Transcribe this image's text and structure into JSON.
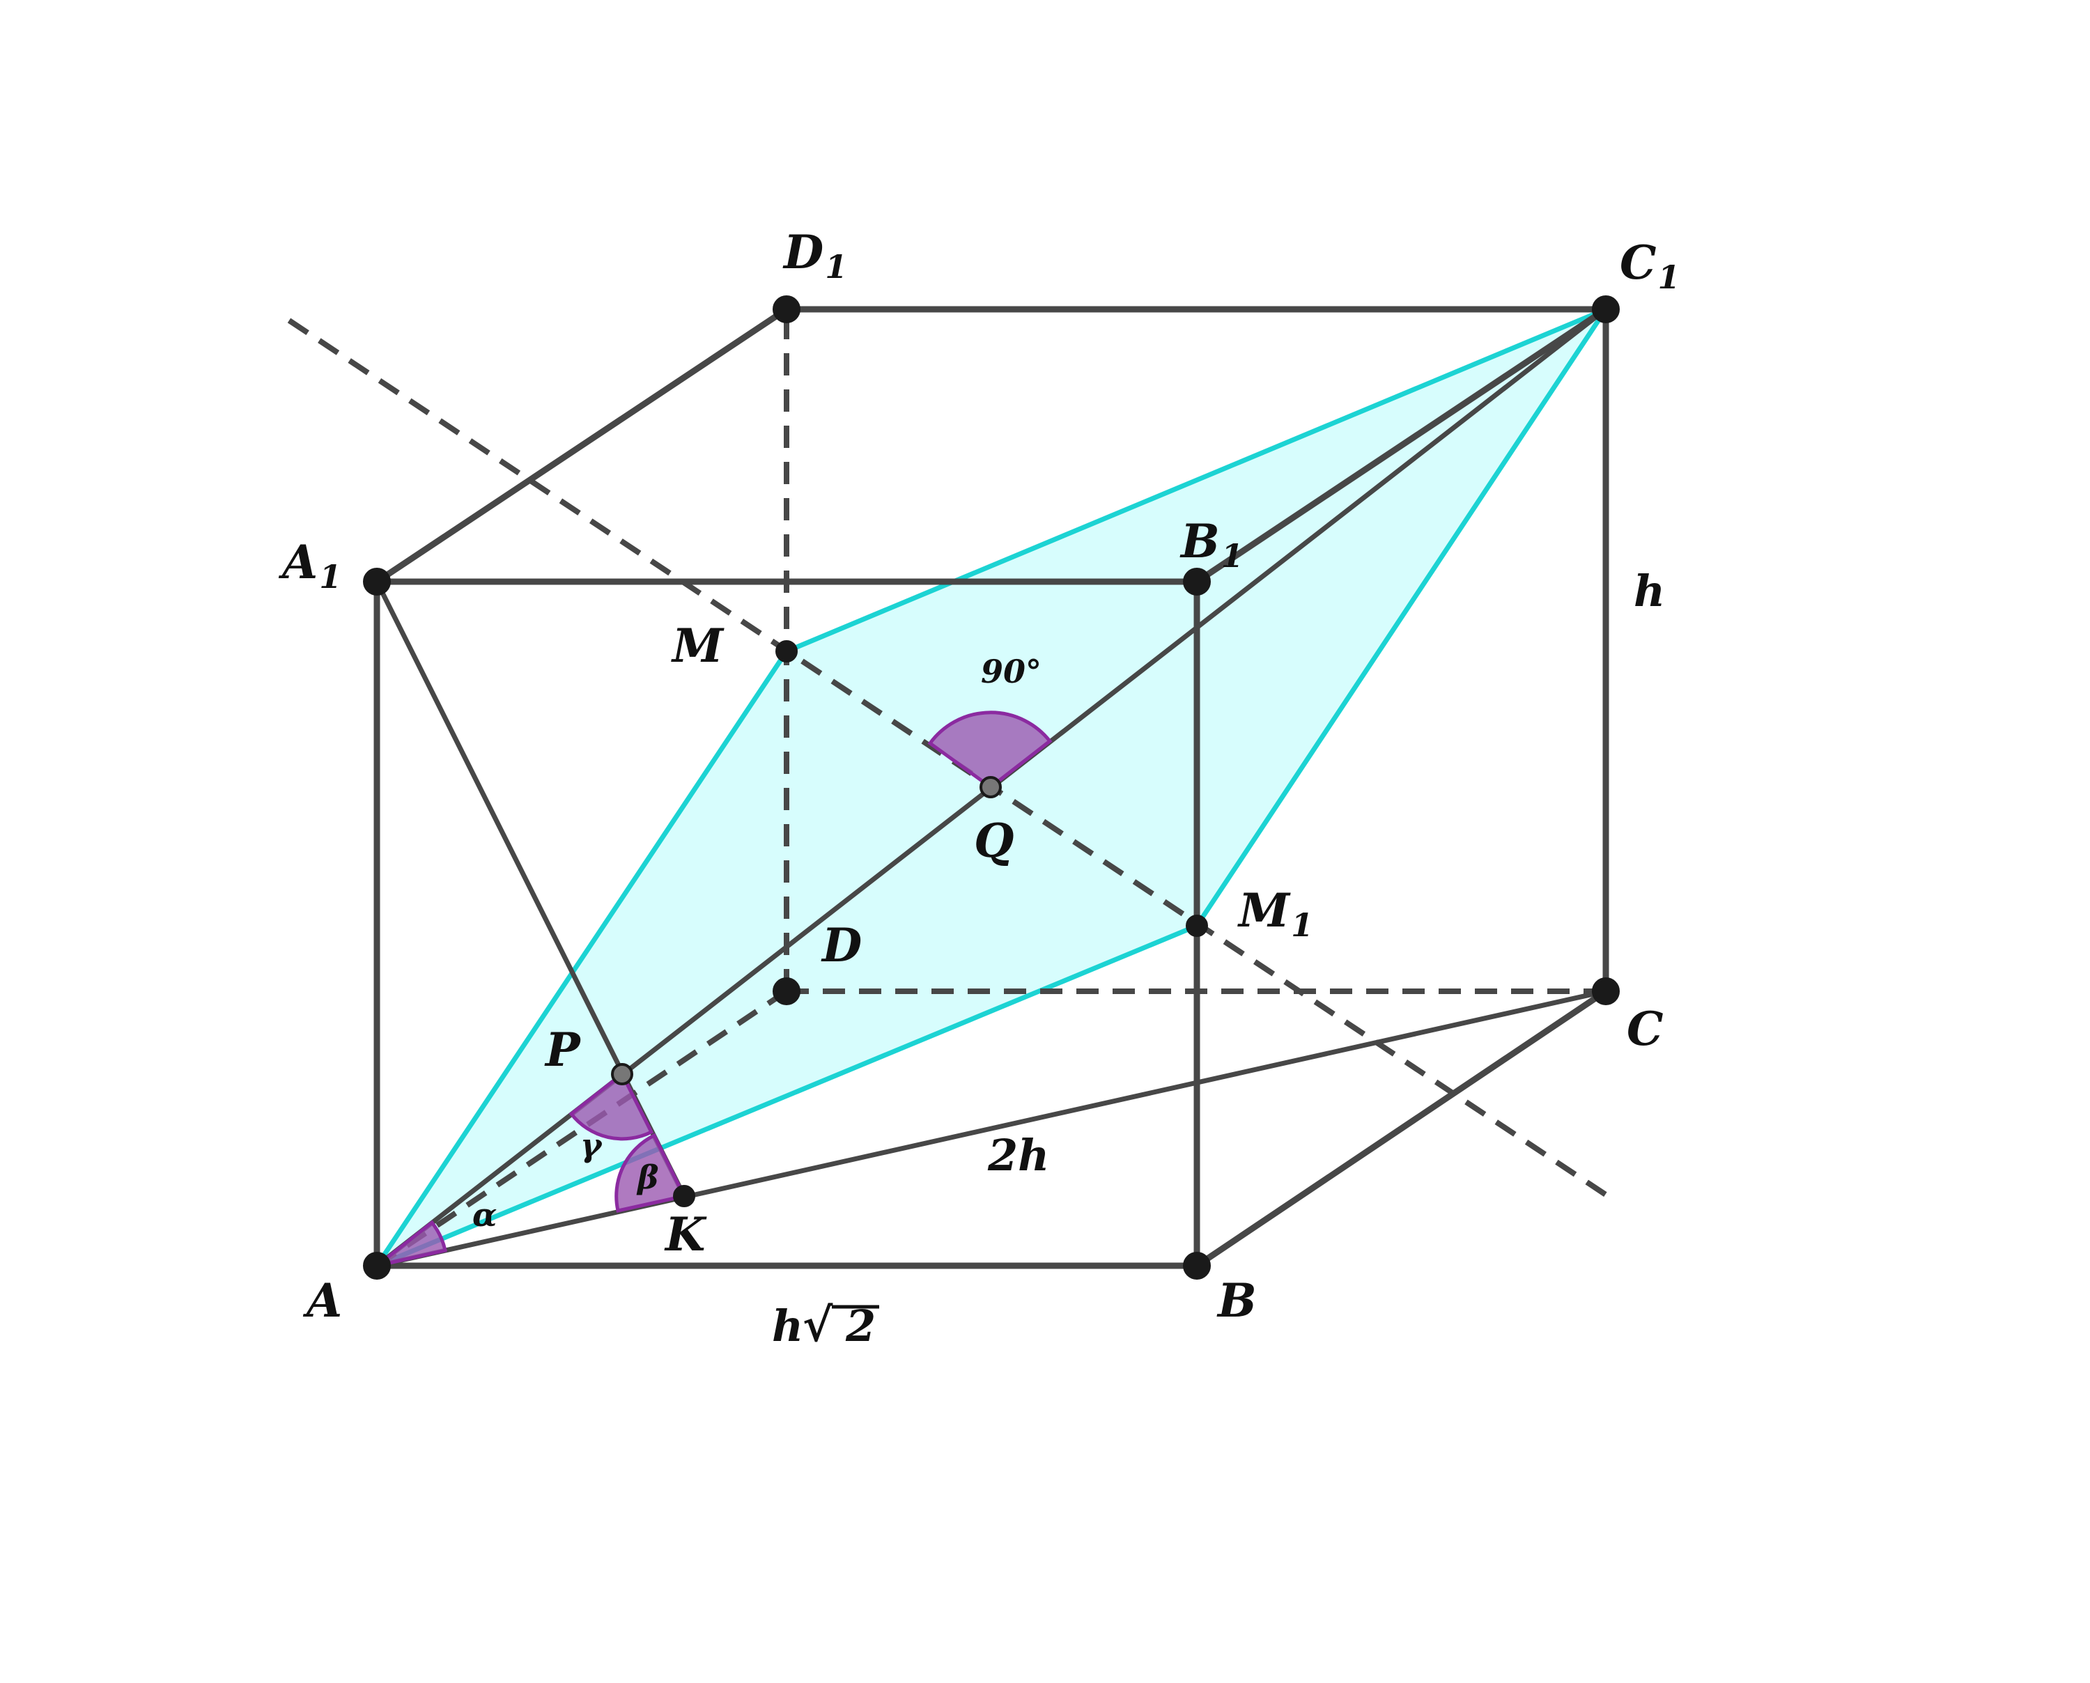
{
  "colors": {
    "edge": "#474747",
    "plane_fill": "#d7fdfd",
    "plane_stroke": "#1cd3d3",
    "angle_fill": "#9b59b0",
    "angle_stroke": "#8b2aa0",
    "point": "#1a1a1a",
    "inner_point": "#777777"
  },
  "points": {
    "A": {
      "name": "A",
      "sub": ""
    },
    "B": {
      "name": "B",
      "sub": ""
    },
    "C": {
      "name": "C",
      "sub": ""
    },
    "D": {
      "name": "D",
      "sub": ""
    },
    "A1": {
      "name": "A",
      "sub": "1"
    },
    "B1": {
      "name": "B",
      "sub": "1"
    },
    "C1": {
      "name": "C",
      "sub": "1"
    },
    "D1": {
      "name": "D",
      "sub": "1"
    },
    "M": {
      "name": "M",
      "sub": ""
    },
    "M1": {
      "name": "M",
      "sub": "1"
    },
    "P": {
      "name": "P",
      "sub": ""
    },
    "Q": {
      "name": "Q",
      "sub": ""
    },
    "K": {
      "name": "K",
      "sub": ""
    }
  },
  "edge_labels": {
    "AB": {
      "base": "h",
      "radicand": "2"
    },
    "BC": "2h",
    "CC1": "h"
  },
  "angle_labels": {
    "alpha": "α",
    "beta": "β",
    "gamma": "γ",
    "right": "90°"
  }
}
